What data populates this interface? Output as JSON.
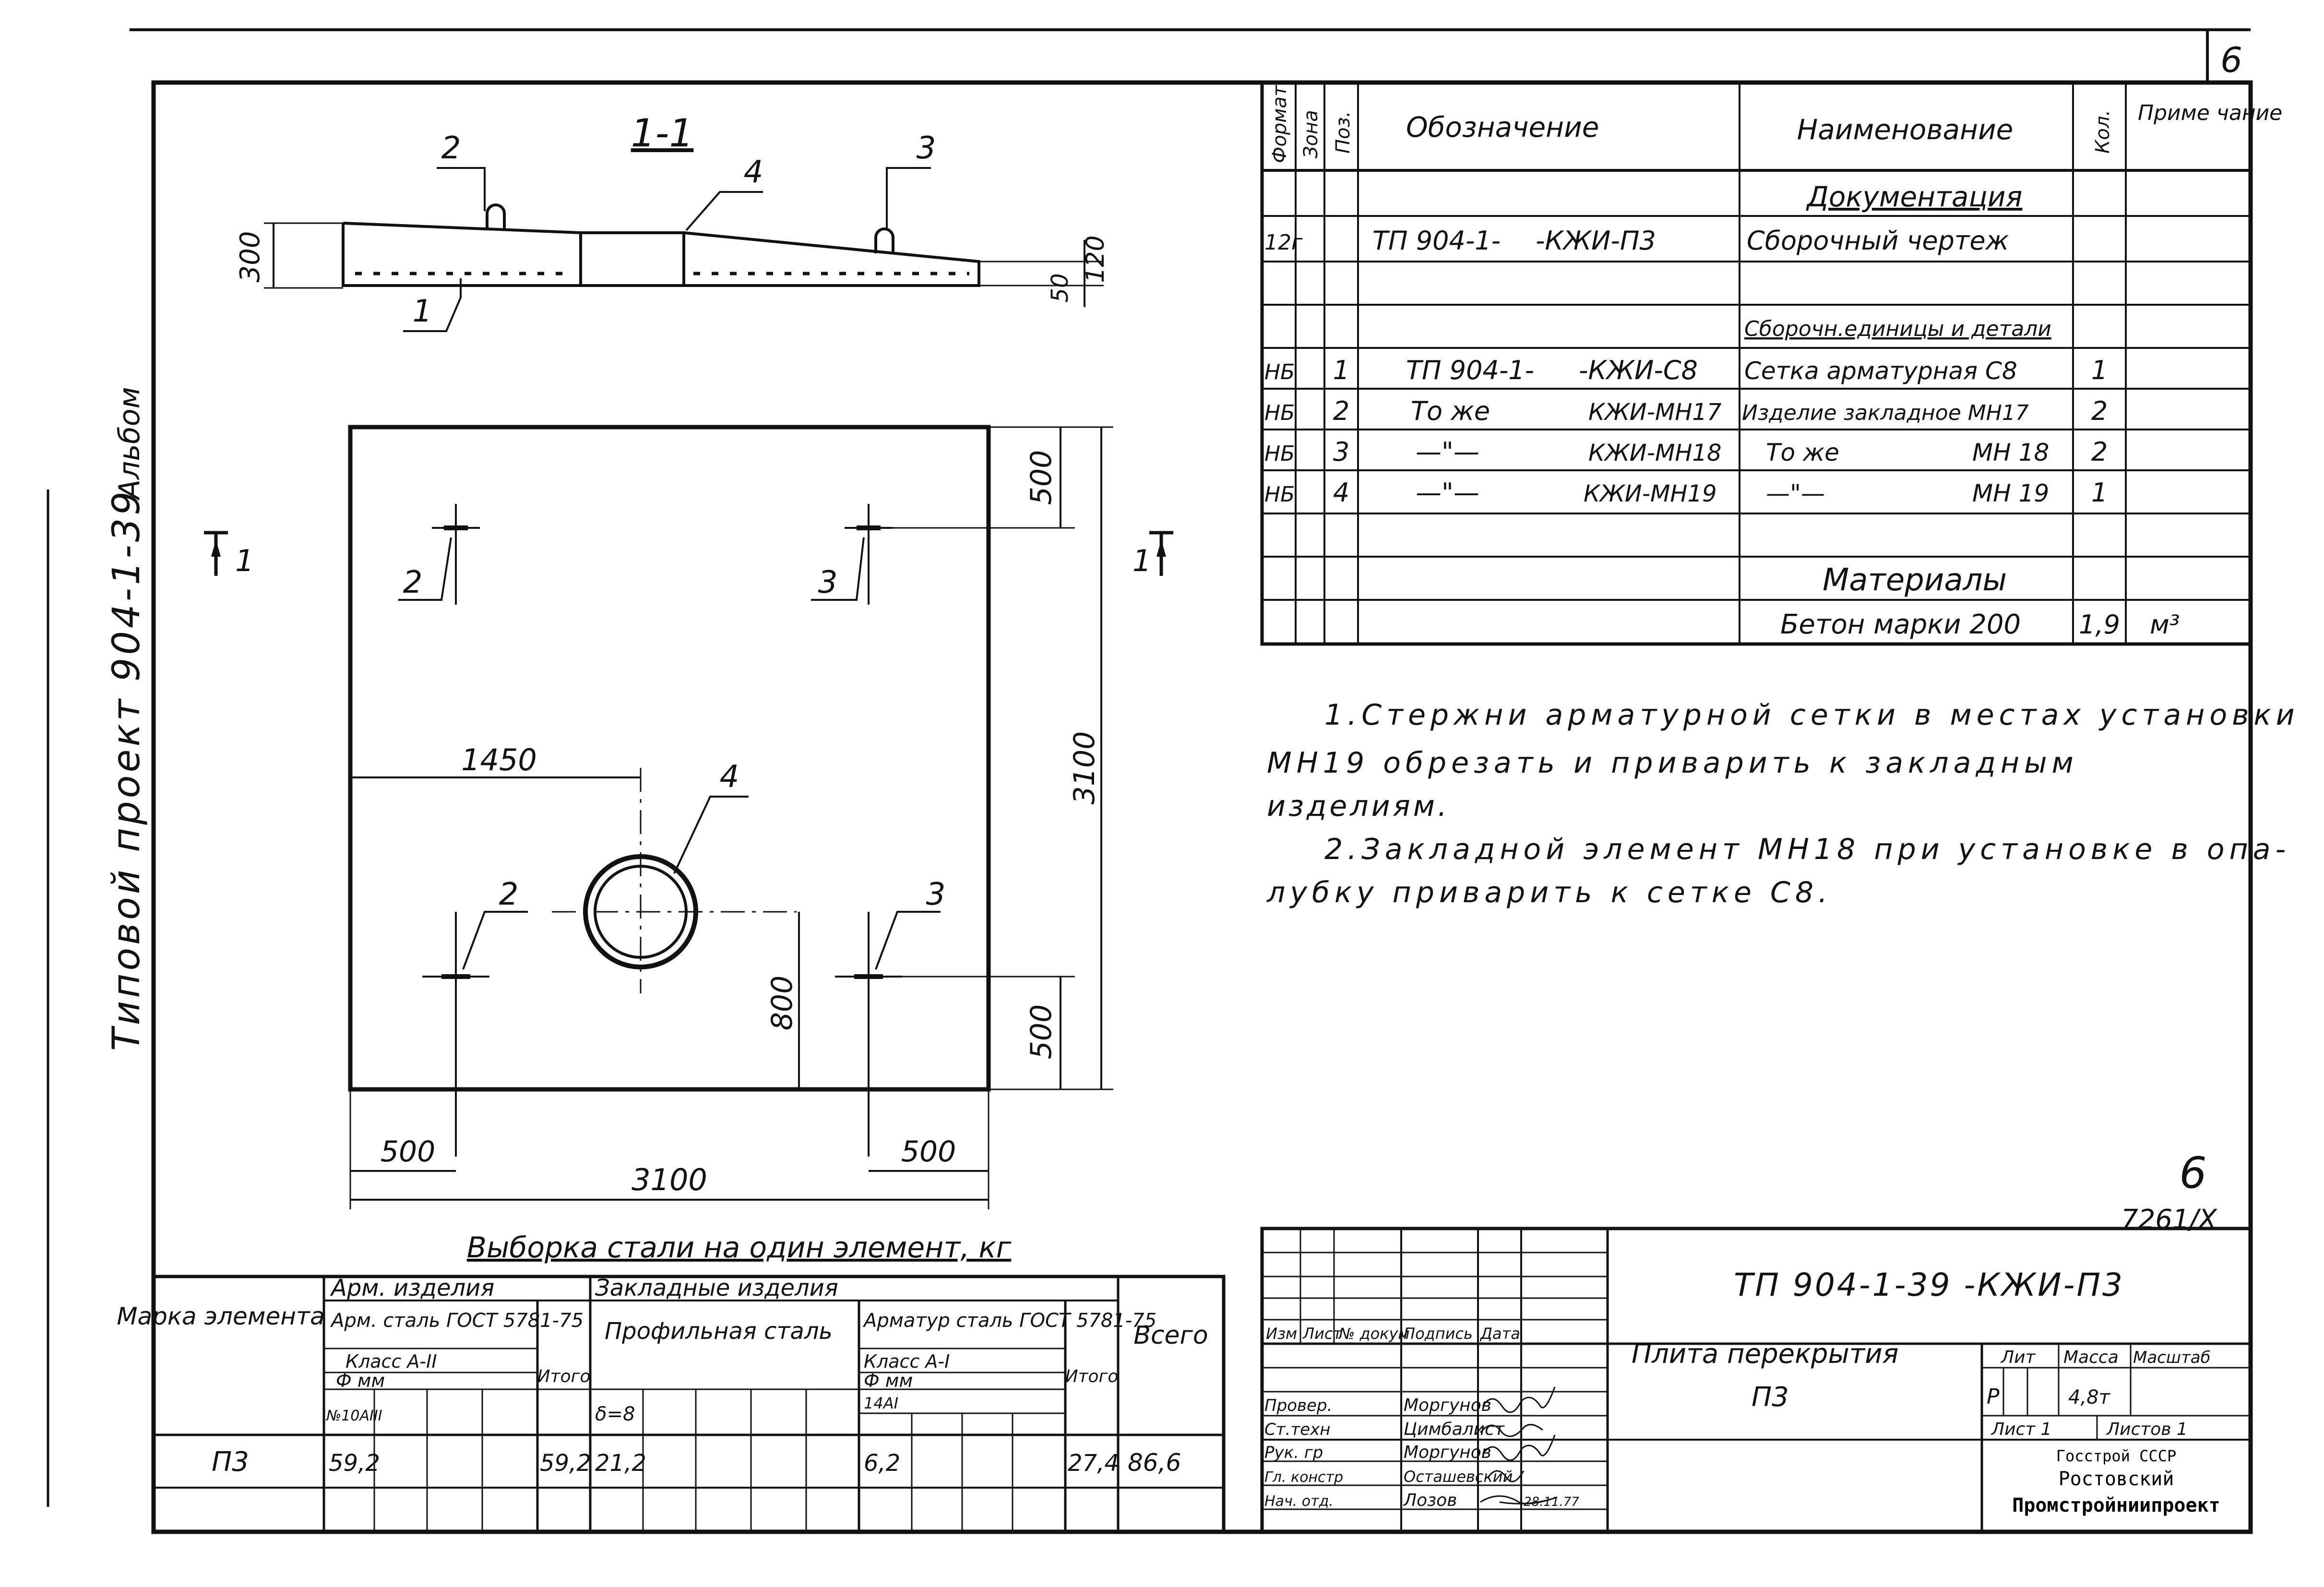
{
  "sheet": {
    "number": "6",
    "page_mark": "6",
    "archive_code": "7261/X",
    "album_label": "Альбом",
    "project_label": "Типовой проект 904-1-39"
  },
  "section": {
    "title": "1-1",
    "marker_left": "1",
    "marker_right": "1",
    "dims": [
      "300",
      "120",
      "50"
    ],
    "callouts": [
      "2",
      "4",
      "3",
      "1"
    ]
  },
  "plan": {
    "dims": {
      "top_offset": "500",
      "height": "3100",
      "bottom_offset": "500",
      "left_offset": "500",
      "right_offset": "500",
      "width": "3100",
      "hole_x": "1450",
      "hole_y": "800"
    },
    "callouts": {
      "tl": "2",
      "tr": "3",
      "hole": "4",
      "bl": "2",
      "br": "3"
    }
  },
  "spec": {
    "headers": {
      "format": "Формат",
      "zone": "Зона",
      "pos": "Поз.",
      "designation": "Обозначение",
      "name": "Наименование",
      "qty": "Кол.",
      "note": "Приме чание"
    },
    "rows": [
      {
        "format": "",
        "pos": "",
        "des_a": "",
        "des_b": "",
        "name_a": "Документация",
        "name_b": "",
        "qty": "",
        "note": "",
        "kind": "section"
      },
      {
        "format": "12г",
        "pos": "",
        "des_a": "ТП 904-1-",
        "des_b": "-КЖИ-П3",
        "name_a": "Сборочный чертеж",
        "name_b": "",
        "qty": "",
        "note": "",
        "kind": "row"
      },
      {
        "format": "",
        "pos": "",
        "des_a": "",
        "des_b": "",
        "name_a": "",
        "name_b": "",
        "qty": "",
        "note": "",
        "kind": "row"
      },
      {
        "format": "",
        "pos": "",
        "des_a": "",
        "des_b": "",
        "name_a": "Сборочн.единицы и детали",
        "name_b": "",
        "qty": "",
        "note": "",
        "kind": "section"
      },
      {
        "format": "НБ",
        "pos": "1",
        "des_a": "ТП 904-1-",
        "des_b": "-КЖИ-С8",
        "name_a": "Сетка арматурная С8",
        "name_b": "",
        "qty": "1",
        "note": "",
        "kind": "row"
      },
      {
        "format": "НБ",
        "pos": "2",
        "des_a": "То же",
        "des_b": "КЖИ-МН17",
        "name_a": "Изделие закладное МН17",
        "name_b": "",
        "qty": "2",
        "note": "",
        "kind": "row"
      },
      {
        "format": "НБ",
        "pos": "3",
        "des_a": "—\"—",
        "des_b": "КЖИ-МН18",
        "name_a": "То же",
        "name_b": "МН 18",
        "qty": "2",
        "note": "",
        "kind": "row"
      },
      {
        "format": "НБ",
        "pos": "4",
        "des_a": "—\"—",
        "des_b": "КЖИ-МН19",
        "name_a": "—\"—",
        "name_b": "МН 19",
        "qty": "1",
        "note": "",
        "kind": "row"
      },
      {
        "format": "",
        "pos": "",
        "des_a": "",
        "des_b": "",
        "name_a": "",
        "name_b": "",
        "qty": "",
        "note": "",
        "kind": "row"
      },
      {
        "format": "",
        "pos": "",
        "des_a": "",
        "des_b": "",
        "name_a": "Материалы",
        "name_b": "",
        "qty": "",
        "note": "",
        "kind": "section"
      },
      {
        "format": "",
        "pos": "",
        "des_a": "",
        "des_b": "",
        "name_a": "Бетон марки 200",
        "name_b": "",
        "qty": "1,9",
        "note": "м³",
        "kind": "row"
      }
    ]
  },
  "notes": [
    "1.Стержни арматурной сетки в местах установки",
    "МН19 обрезать и приварить к закладным",
    "изделиям.",
    "2.Закладной элемент МН18 при установке в опа-",
    "лубку приварить к сетке С8."
  ],
  "steel": {
    "caption": "Выборка стали на один элемент, кг",
    "h_mark": "Марка элемента",
    "h_arm": "Арм. изделия",
    "h_arm_steel": "Арм. сталь ГОСТ 5781-75",
    "h_arm_class": "Класс А-II",
    "h_arm_dia": "Ф мм",
    "h_arm_sub": "№10АIII",
    "h_total": "Итого",
    "h_emb": "Закладные изделия",
    "h_profile": "Профильная сталь",
    "h_profile_sub": "δ=8",
    "h_emb_steel": "Арматур сталь ГОСТ 5781-75",
    "h_emb_class": "Класс А-I",
    "h_emb_dia": "Ф мм",
    "h_emb_sub": "14АI",
    "h_emb_total": "Итого",
    "h_grand": "Всего",
    "row": {
      "mark": "П3",
      "arm_value": "59,2",
      "arm_total": "59,2",
      "profile_value": "21,2",
      "emb_arm_value": "6,2",
      "emb_total": "27,4",
      "grand_total": "86,6"
    }
  },
  "title_block": {
    "doc_code": "ТП 904-1-39 -КЖИ-П3",
    "h_izm": "Изм",
    "h_list": "Лист",
    "h_docnum": "№ докум",
    "h_sign": "Подпись",
    "h_date": "Дата",
    "people": [
      {
        "role": "Провер.",
        "name": "Моргунов"
      },
      {
        "role": "Ст.техн",
        "name": "Цимбалист"
      },
      {
        "role": "Рук. гр",
        "name": "Моргунов"
      },
      {
        "role": "Гл. констр",
        "name": "Осташевский"
      },
      {
        "role": "Нач. отд.",
        "name": "Лозов"
      }
    ],
    "date": "28.11.77",
    "title_line1": "Плита перекрытия",
    "title_line2": "П3",
    "h_lit": "Лит",
    "h_mass": "Масса",
    "h_scale": "Масштаб",
    "lit": "Р",
    "mass": "4,8т",
    "sheet_label": "Лист 1",
    "sheets_label": "Листов 1",
    "org1": "Госстрой СССР",
    "org2": "Ростовский",
    "org3": "Промстройниипроект"
  }
}
